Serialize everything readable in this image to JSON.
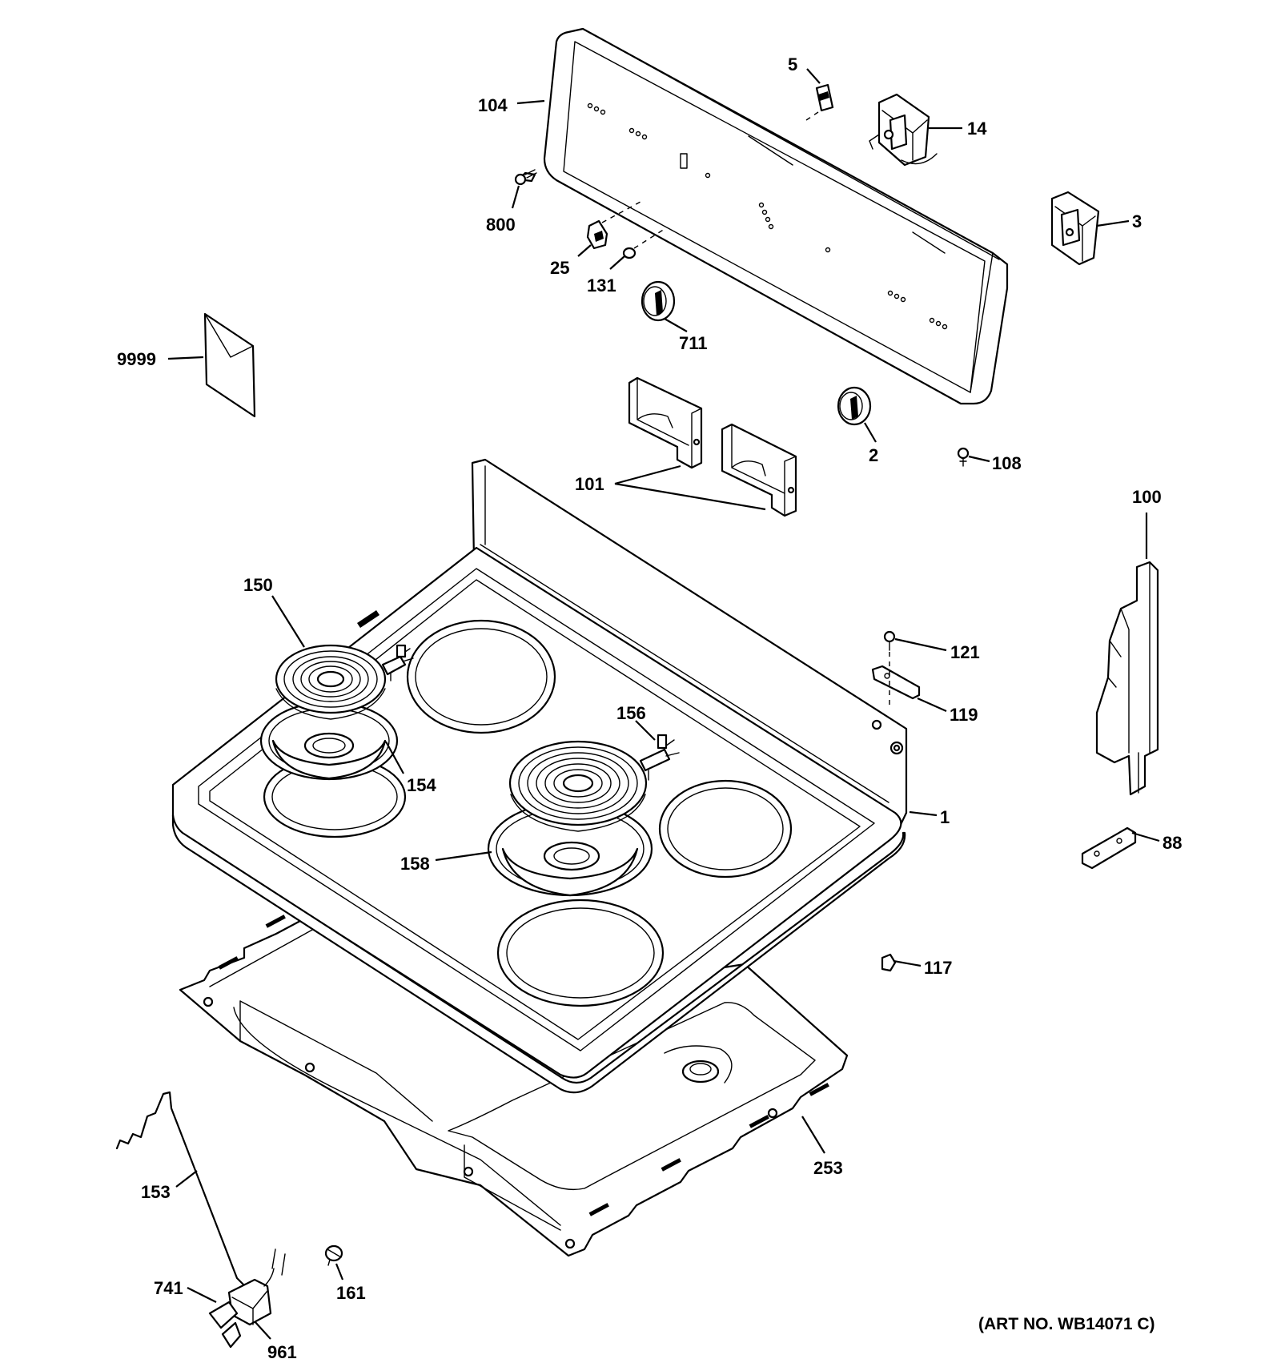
{
  "diagram": {
    "art_number": "(ART NO. WB14071 C)",
    "callouts": [
      {
        "id": "104",
        "text": "104"
      },
      {
        "id": "5",
        "text": "5"
      },
      {
        "id": "14",
        "text": "14"
      },
      {
        "id": "3",
        "text": "3"
      },
      {
        "id": "800",
        "text": "800"
      },
      {
        "id": "25",
        "text": "25"
      },
      {
        "id": "131",
        "text": "131"
      },
      {
        "id": "711",
        "text": "711"
      },
      {
        "id": "9999",
        "text": "9999"
      },
      {
        "id": "2",
        "text": "2"
      },
      {
        "id": "108",
        "text": "108"
      },
      {
        "id": "101",
        "text": "101"
      },
      {
        "id": "100",
        "text": "100"
      },
      {
        "id": "150",
        "text": "150"
      },
      {
        "id": "121",
        "text": "121"
      },
      {
        "id": "119",
        "text": "119"
      },
      {
        "id": "156",
        "text": "156"
      },
      {
        "id": "154",
        "text": "154"
      },
      {
        "id": "1",
        "text": "1"
      },
      {
        "id": "158",
        "text": "158"
      },
      {
        "id": "88",
        "text": "88"
      },
      {
        "id": "117",
        "text": "117"
      },
      {
        "id": "253",
        "text": "253"
      },
      {
        "id": "153",
        "text": "153"
      },
      {
        "id": "741",
        "text": "741"
      },
      {
        "id": "161",
        "text": "161"
      },
      {
        "id": "961",
        "text": "961"
      }
    ]
  }
}
